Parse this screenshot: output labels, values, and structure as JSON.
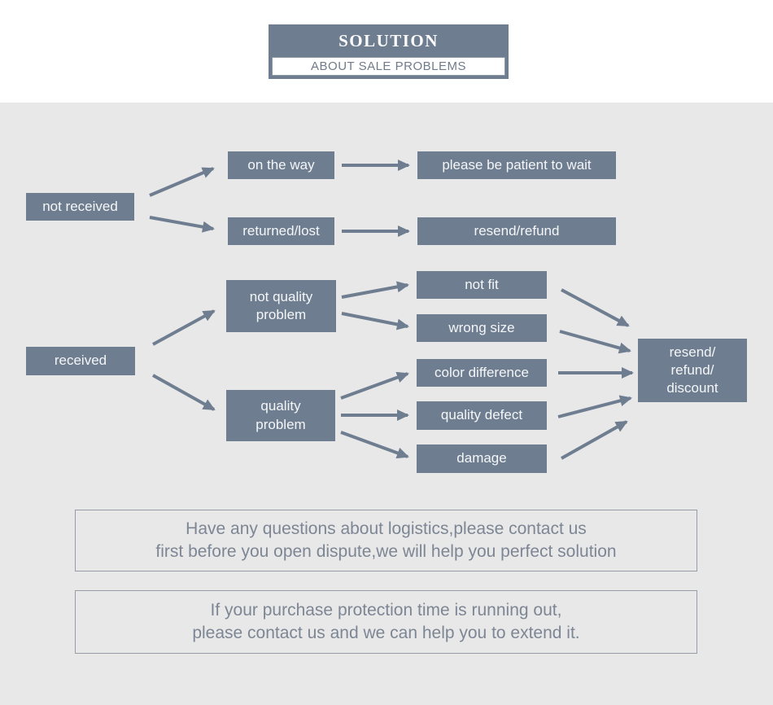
{
  "header": {
    "title": "SOLUTION",
    "subtitle": "ABOUT SALE PROBLEMS"
  },
  "flowchart": {
    "nodes": {
      "not_received": "not received",
      "on_the_way": "on the way",
      "please_wait": "please be patient to wait",
      "returned_lost": "returned/lost",
      "resend_refund": "resend/refund",
      "received": "received",
      "not_quality_problem": "not quality\nproblem",
      "quality_problem": "quality\nproblem",
      "not_fit": "not fit",
      "wrong_size": "wrong size",
      "color_difference": "color difference",
      "quality_defect": "quality defect",
      "damage": "damage",
      "resend_refund_discount": "resend/\nrefund/\ndiscount"
    },
    "colors": {
      "node_fill": "#6e7d90",
      "node_text": "#f4f6f8",
      "arrow": "#6e7d90",
      "canvas_background": "#e8e8e8",
      "page_background": "#ffffff"
    }
  },
  "notices": [
    {
      "text": "Have any questions about logistics,please contact us\nfirst before you open dispute,we will help you perfect solution"
    },
    {
      "text": "If your purchase protection time is running out,\nplease contact us and we can help you to extend it."
    }
  ]
}
